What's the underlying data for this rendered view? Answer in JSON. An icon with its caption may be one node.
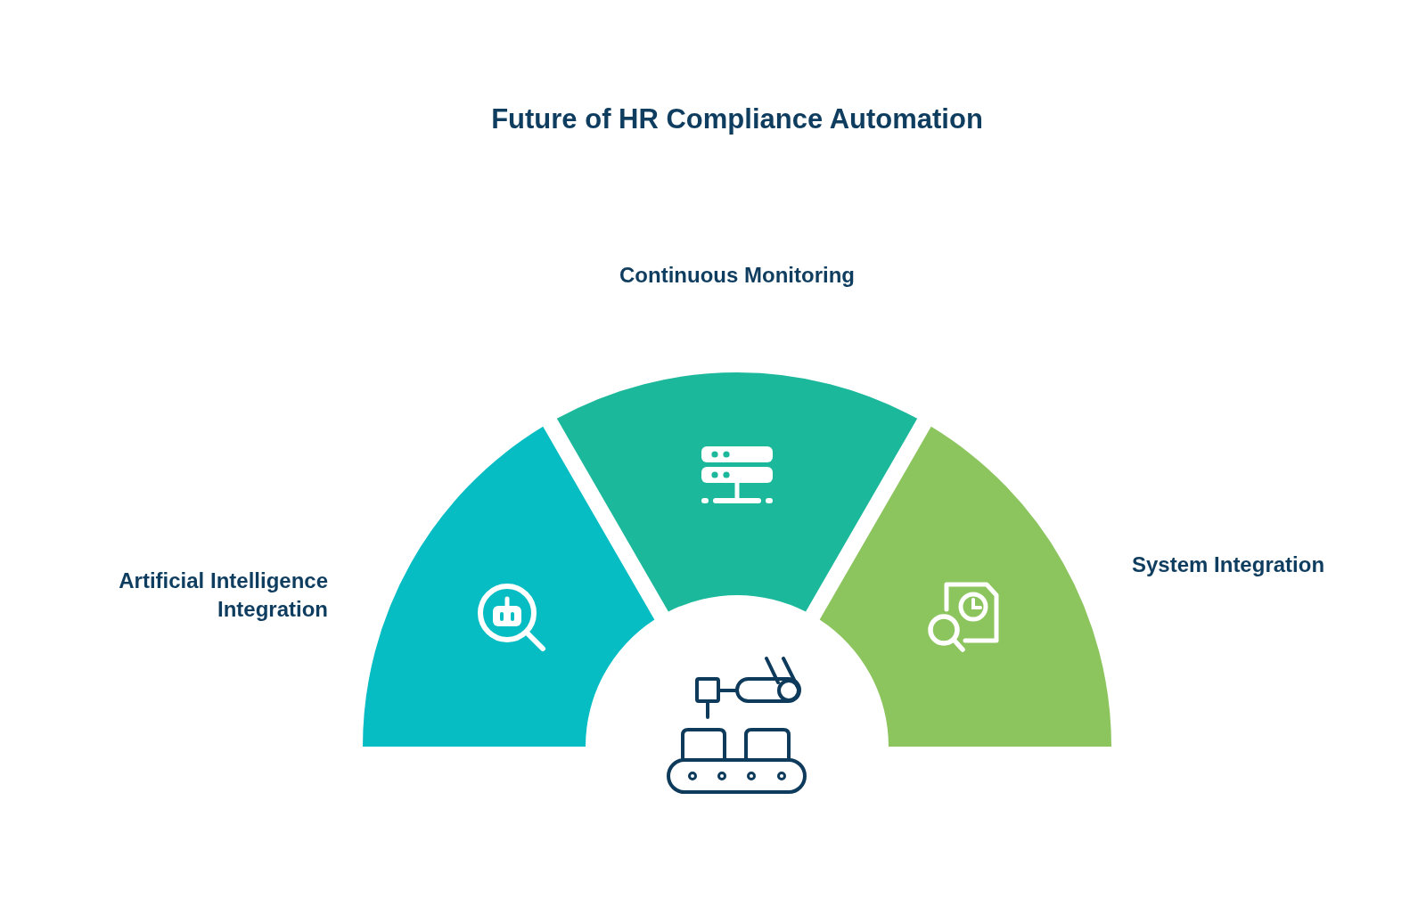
{
  "diagram": {
    "title": "Future of HR Compliance Automation",
    "nodes": [
      {
        "text": [
          "Artificial Intelligence Integration"
        ]
      },
      {
        "text": [
          "Continuous Monitoring"
        ]
      },
      {
        "text": [
          "System Integration"
        ]
      }
    ]
  }
}
